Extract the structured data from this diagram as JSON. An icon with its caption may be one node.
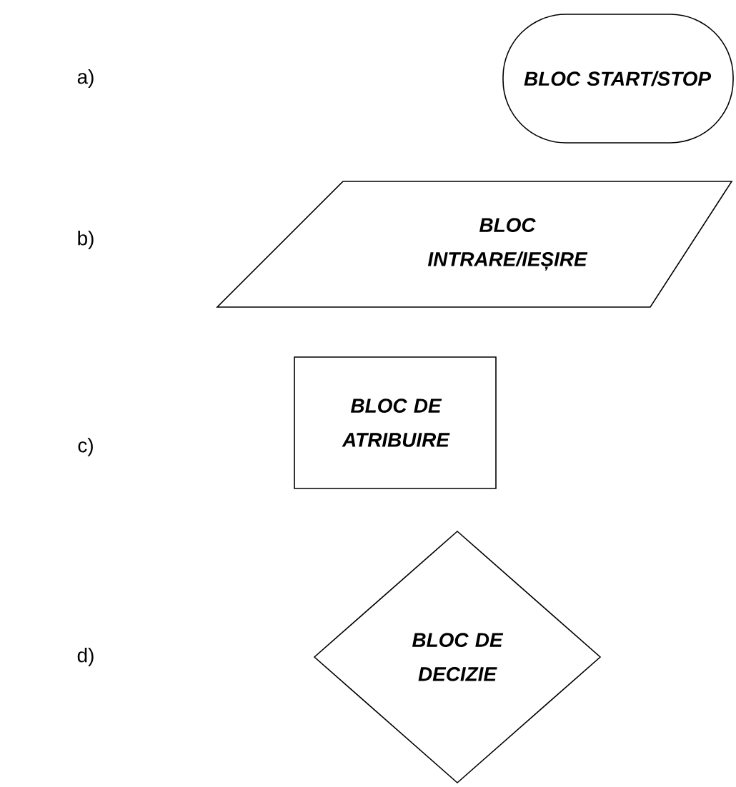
{
  "diagram": {
    "nodes": [
      {
        "text": [
          "BLOC START/STOP"
        ]
      },
      {
        "text": [
          "BLOC INTRARE/IEȘIRE"
        ]
      },
      {
        "text": [
          "BLOC DE ATRIBUIRE"
        ]
      },
      {
        "text": [
          "BLOC DE DECIZIE"
        ]
      }
    ],
    "labels": [
      "a)",
      "b)",
      "c)",
      "d)"
    ]
  }
}
